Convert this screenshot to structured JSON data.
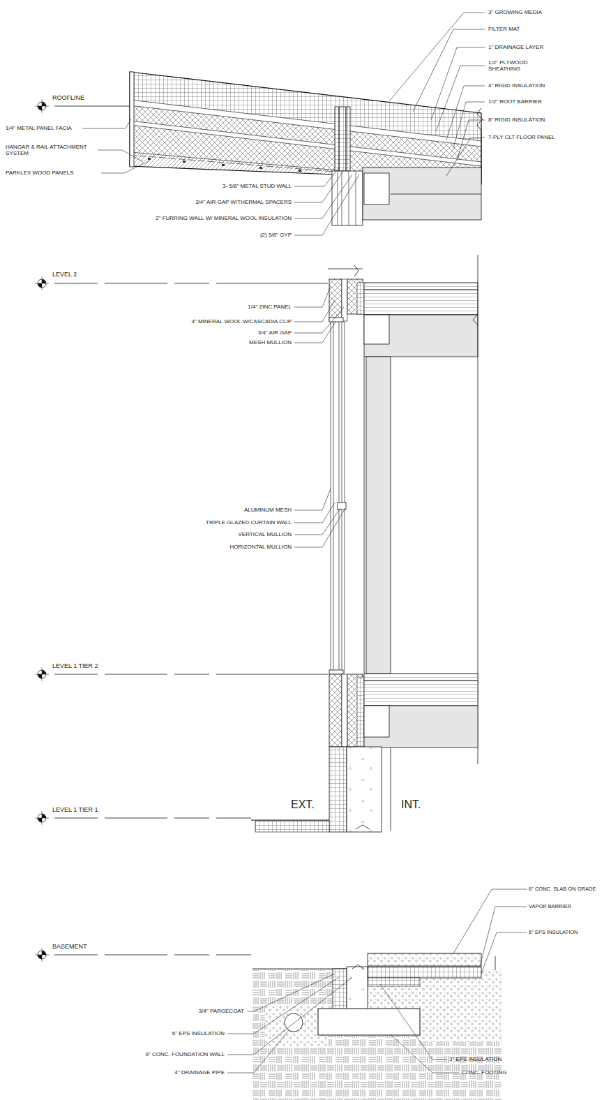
{
  "diagram": {
    "labels": [
      "3\" GROWING MEDIA",
      "FILTER MAT",
      "1\" DRAINAGE LAYER",
      "1/2\" PLYWOOD SHEATHING",
      "4\" RIGID INSULATION",
      "1/2\" ROOT BARRIER",
      "8\" RIGID INSULATION",
      "7-PLY CLT FLOOR PANEL",
      "ROOFLINE",
      "1/4\" METAL PANEL FACIA",
      "HANGAR & RAIL ATTACHMENT SYSTEM",
      "PARKLEX WOOD PANELS",
      "3- 5/8\" METAL STUD WALL",
      "3/4\" AIR GAP W/THERMAL SPACERS",
      "2\" FURRING WALL W/ MINERAL WOOL INSULATION",
      "(2) 5/8\" GYP",
      "LEVEL 2",
      "1/4\" ZINC PANEL",
      "4\" MINERAL WOOL W/CASCADIA CLIP",
      "3/4\" AIR GAP",
      "MESH MULLION",
      "ALUMINUM MESH",
      "TRIPLE GLAZED CURTAIN WALL",
      "VERTICAL MULLION",
      "HORIZONTAL MULLION",
      "LEVEL 1 TIER 2",
      "EXT.",
      "INT.",
      "LEVEL 1 TIER 1",
      "6\" CONC. SLAB ON GRADE",
      "VAPOR BARRIER",
      "6\" EPS INSULATION",
      "BASEMENT",
      "3/4\" PARGECOAT",
      "6\" EPS INSULATION",
      "9\" CONC. FOUNDATION WALL",
      "4\" DRAINAGE PIPE",
      "3\" EPS INSULATION",
      "CONC. FOOTING"
    ]
  }
}
